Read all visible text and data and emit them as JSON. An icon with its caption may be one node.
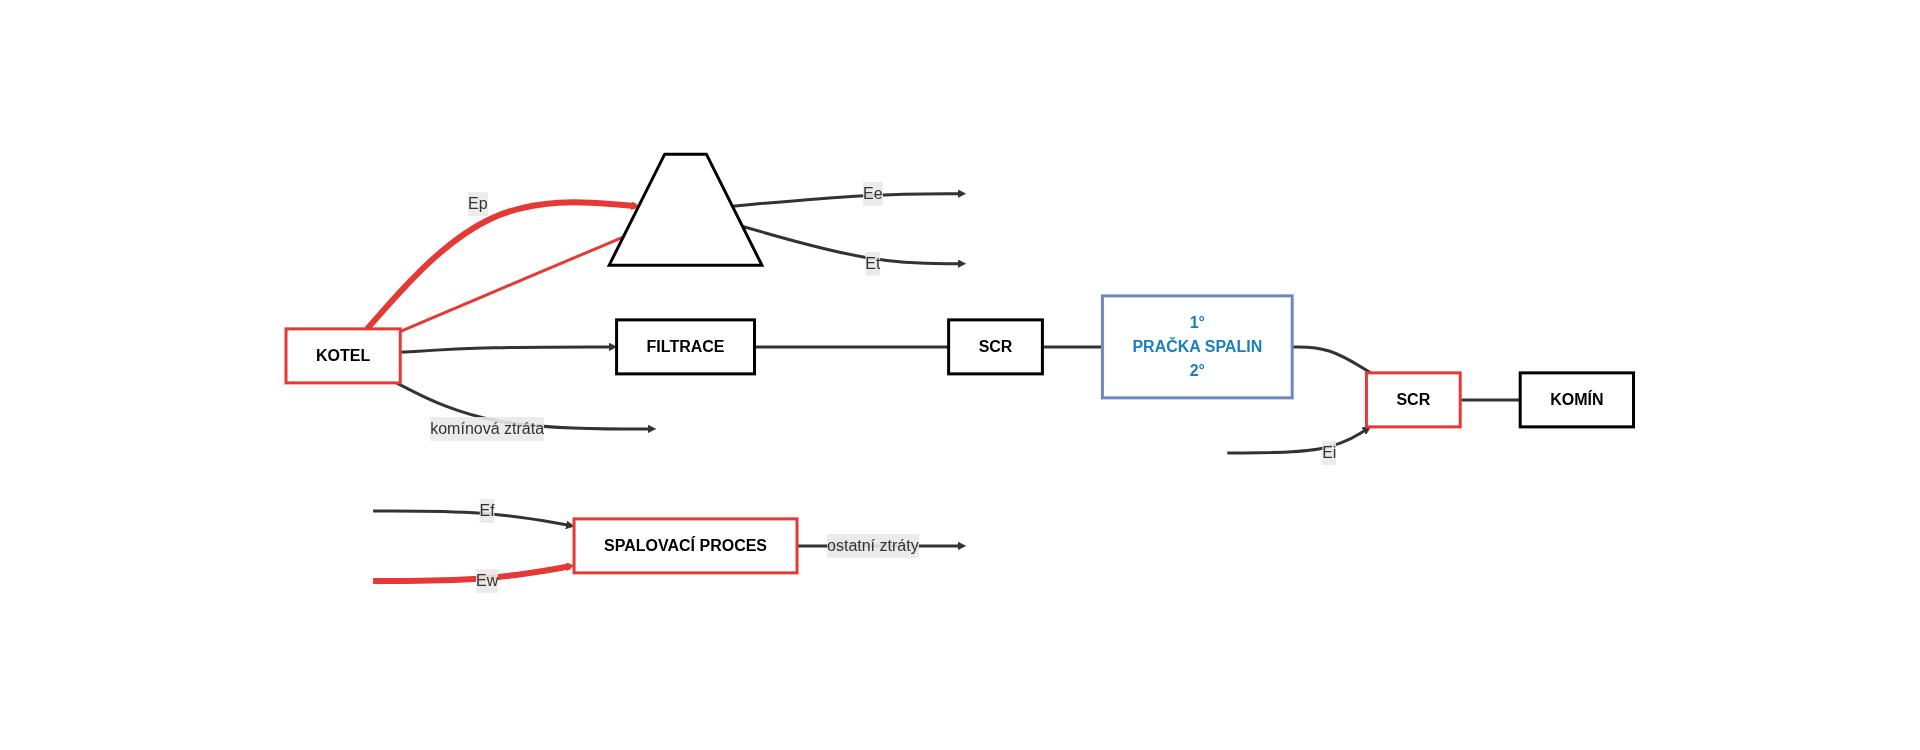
{
  "diagram": {
    "nodes": [
      {
        "text": [
          "SPALOVACÍ PROCES"
        ]
      },
      {
        "text": [
          "KOTEL"
        ]
      },
      {
        "text": [],
        "shape": "trapezoid"
      },
      {
        "text": [
          "FILTRACE"
        ]
      },
      {
        "text": [
          "SCR"
        ]
      },
      {
        "text": [
          "1°",
          "PRAČKA SPALIN",
          "2°"
        ]
      },
      {
        "text": [
          "SCR"
        ]
      },
      {
        "text": [
          "KOMÍN"
        ]
      }
    ],
    "edges": [
      {
        "from": null,
        "to": 0,
        "arrow": "to",
        "label": "Ef"
      },
      {
        "from": null,
        "to": 0,
        "arrow": "to",
        "label": "Ew",
        "style": "thick",
        "color": "#e53935"
      },
      {
        "from": 1,
        "to": 2,
        "arrow": "to",
        "label": "Ep",
        "style": "thick",
        "color": "#e53935"
      },
      {
        "from": 1,
        "to": 2,
        "arrow": "none",
        "color": "#e53935"
      },
      {
        "from": 2,
        "to": null,
        "arrow": "to",
        "label": "Ee"
      },
      {
        "from": 2,
        "to": null,
        "arrow": "to",
        "label": "Et"
      },
      {
        "from": 1,
        "to": 3,
        "arrow": "to"
      },
      {
        "from": 1,
        "to": null,
        "arrow": "to",
        "label": "komínová ztráta"
      },
      {
        "from": 0,
        "to": null,
        "arrow": "to",
        "label": "ostatní ztráty"
      },
      {
        "from": 3,
        "to": 4,
        "arrow": "none"
      },
      {
        "from": 4,
        "to": 5,
        "arrow": "none"
      },
      {
        "from": 5,
        "to": 6,
        "arrow": "none"
      },
      {
        "from": 6,
        "to": 7,
        "arrow": "none"
      },
      {
        "from": null,
        "to": 6,
        "arrow": "to",
        "label": "Ei"
      }
    ]
  }
}
